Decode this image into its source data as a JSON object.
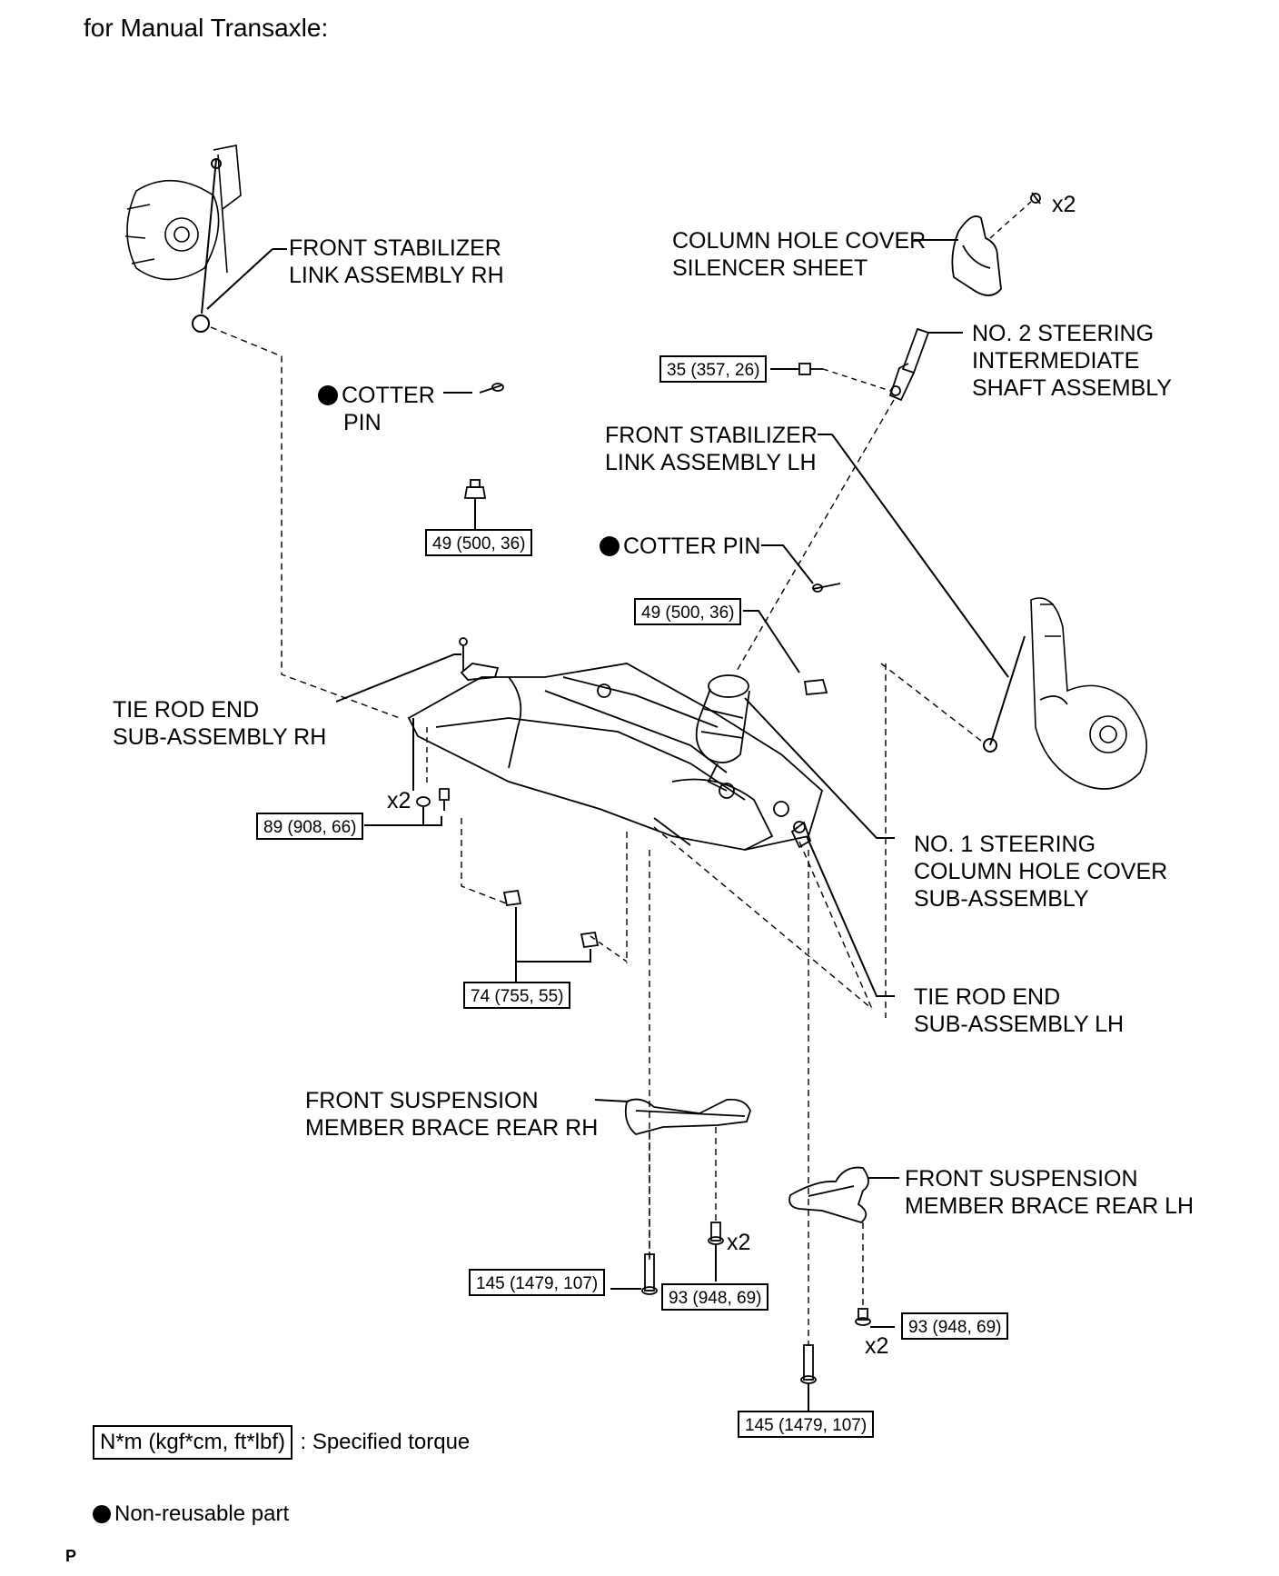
{
  "title": "for Manual Transaxle:",
  "labels": {
    "front_stab_link_rh": [
      "FRONT STABILIZER",
      "LINK ASSEMBLY RH"
    ],
    "column_hole_cover_silencer": [
      "COLUMN HOLE COVER",
      "SILENCER SHEET"
    ],
    "no2_steering_shaft": [
      "NO. 2 STEERING",
      "INTERMEDIATE",
      "SHAFT ASSEMBLY"
    ],
    "cotter_pin_left": [
      "COTTER",
      "PIN"
    ],
    "front_stab_link_lh": [
      "FRONT STABILIZER",
      "LINK ASSEMBLY LH"
    ],
    "cotter_pin_right": "COTTER PIN",
    "tie_rod_end_rh": [
      "TIE ROD END",
      "SUB-ASSEMBLY RH"
    ],
    "no1_column_hole_cover": [
      "NO. 1 STEERING",
      "COLUMN HOLE COVER",
      "SUB-ASSEMBLY"
    ],
    "tie_rod_end_lh": [
      "TIE ROD END",
      "SUB-ASSEMBLY LH"
    ],
    "brace_rear_rh": [
      "FRONT SUSPENSION",
      "MEMBER BRACE REAR RH"
    ],
    "brace_rear_lh": [
      "FRONT SUSPENSION",
      "MEMBER BRACE REAR LH"
    ]
  },
  "quantities": {
    "silencer_clip": "x2",
    "tie_rod_bolt": "x2",
    "brace_rh_bolt": "x2",
    "brace_lh_bolt": "x2"
  },
  "torques": {
    "shaft_bolt": "35 (357, 26)",
    "stab_nut_left": "49 (500, 36)",
    "tie_rod_nut_right": "49 (500, 36)",
    "tie_rod_bolts": "89 (908, 66)",
    "lower_nuts": "74 (755, 55)",
    "brace_rh_long_bolt": "145 (1479, 107)",
    "brace_rh_short_bolt": "93 (948, 69)",
    "brace_lh_bolt": "93 (948, 69)",
    "brace_lh_long_bolt": "145 (1479, 107)"
  },
  "legend": {
    "torque_unit": "N*m (kgf*cm, ft*lbf)",
    "torque_desc": ": Specified torque",
    "non_reusable": "Non-reusable part"
  },
  "footer_mark": "P"
}
